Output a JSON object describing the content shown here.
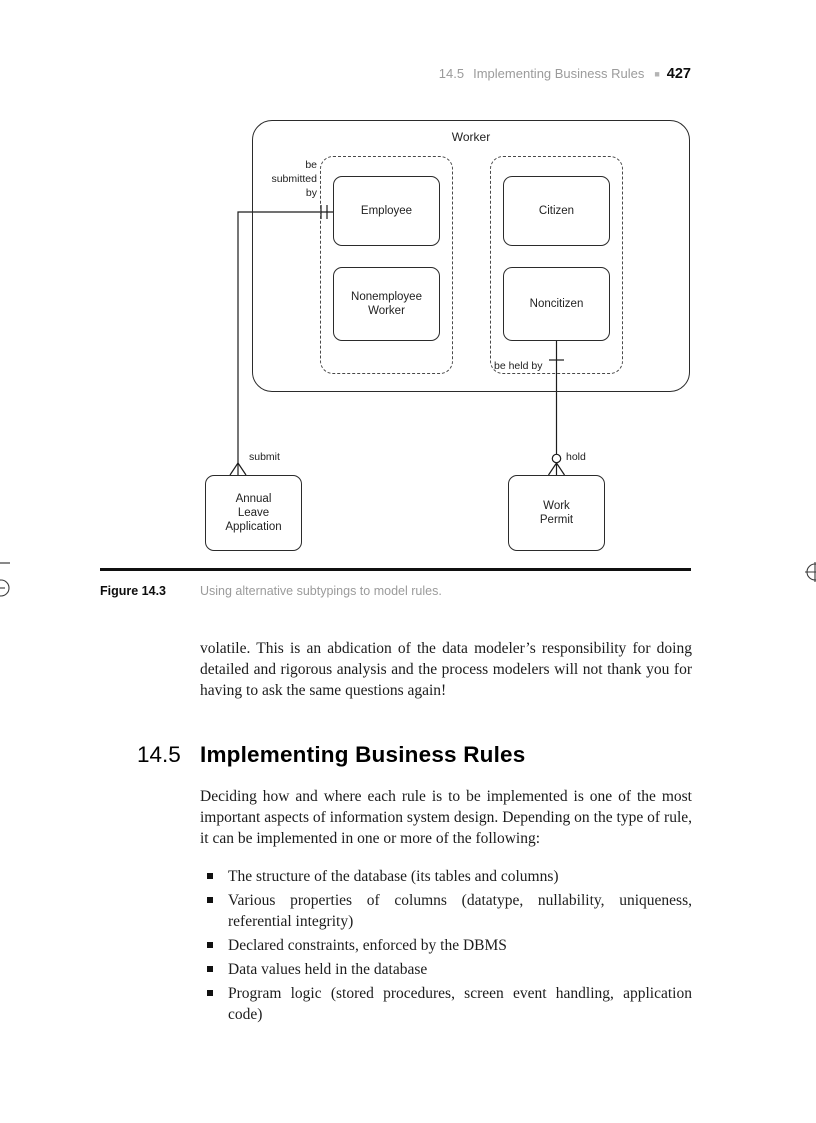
{
  "header": {
    "section_number": "14.5",
    "section_title": "Implementing Business Rules",
    "separator": "■",
    "page_number": "427"
  },
  "figure": {
    "label": "Figure 14.3",
    "caption": "Using alternative subtypings to model rules.",
    "diagram": {
      "supertype": "Worker",
      "entities": {
        "employee": "Employee",
        "nonemployee_worker": "Nonemployee\nWorker",
        "citizen": "Citizen",
        "noncitizen": "Noncitizen",
        "annual_leave_application": "Annual\nLeave\nApplication",
        "work_permit": "Work\nPermit"
      },
      "relationships": {
        "be_submitted_by": "be\nsubmitted\nby",
        "submit": "submit",
        "be_held_by": "be held by",
        "hold": "hold"
      }
    }
  },
  "body": {
    "paragraph1": "volatile. This is an abdication of the data modeler’s responsibility for doing detailed and rigorous analysis and the process modelers will not thank you for having to ask the same questions again!",
    "section": {
      "number": "14.5",
      "title": "Implementing Business Rules"
    },
    "paragraph2": "Deciding how and where each rule is to be implemented is one of the most important aspects of information system design. Depending on the type of rule, it can be implemented in one or more of the following:",
    "bullets": [
      "The structure of the database (its tables and columns)",
      "Various properties of columns (datatype, nullability, uniqueness, referential integrity)",
      "Declared constraints, enforced by the DBMS",
      "Data values held in the database",
      "Program logic (stored procedures, screen event handling, application code)"
    ]
  }
}
